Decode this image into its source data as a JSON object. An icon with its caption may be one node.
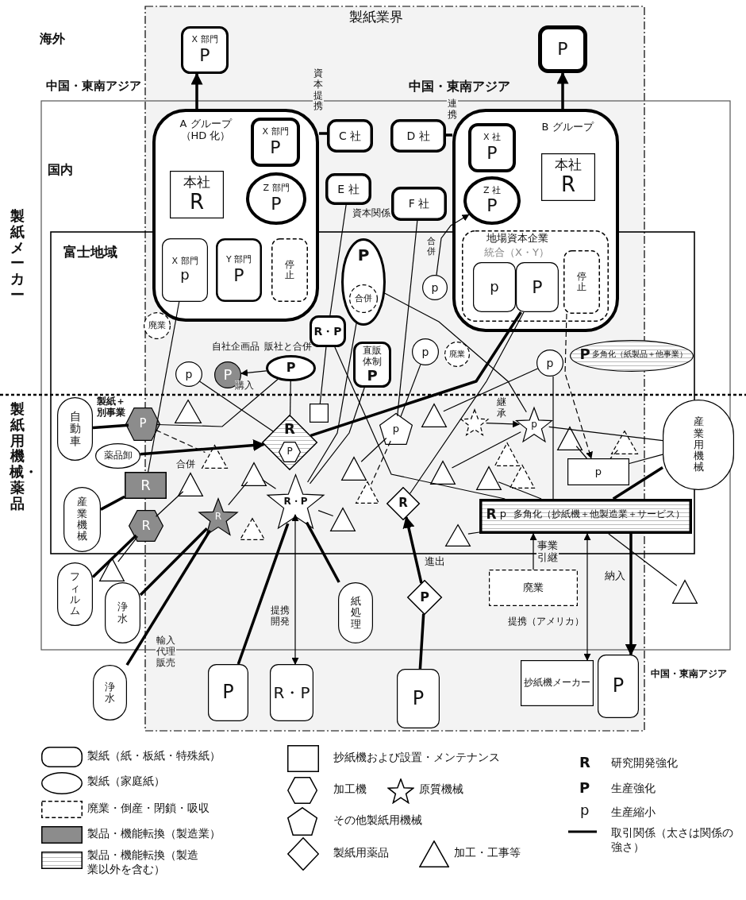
{
  "diagram": {
    "nodes": [
      {
        "text": [
          "X 部門",
          "P"
        ]
      },
      {
        "text": [
          "P"
        ]
      },
      {
        "text": [
          "A グループ（HD 化）"
        ]
      },
      {
        "text": [
          "X 部門",
          "P"
        ],
        "in": 2
      },
      {
        "text": [
          "本社",
          "R"
        ],
        "in": 2
      },
      {
        "text": [
          "Z 部門",
          "P"
        ],
        "in": 2
      },
      {
        "text": [
          "X 部門",
          "p"
        ],
        "in": 2
      },
      {
        "text": [
          "Y 部門",
          "P"
        ],
        "in": 2
      },
      {
        "text": [
          "停止"
        ],
        "in": 2
      },
      {
        "text": [
          "C 社"
        ]
      },
      {
        "text": [
          "D 社"
        ]
      },
      {
        "text": [
          "E 社"
        ]
      },
      {
        "text": [
          "F 社"
        ]
      },
      {
        "text": [
          "B グループ"
        ]
      },
      {
        "text": [
          "X 社",
          "P"
        ],
        "in": 13
      },
      {
        "text": [
          "本社",
          "R"
        ],
        "in": 13
      },
      {
        "text": [
          "Z 社",
          "P"
        ],
        "in": 13
      },
      {
        "text": [
          "地場資本企業",
          "統合（X・Y）"
        ],
        "in": 13
      },
      {
        "text": [
          "p"
        ],
        "in": 17
      },
      {
        "text": [
          "P"
        ],
        "in": 17
      },
      {
        "text": [
          "停止"
        ],
        "in": 17
      },
      {
        "text": [
          "p"
        ]
      },
      {
        "text": [
          "P"
        ]
      },
      {
        "text": [
          "合併"
        ],
        "in": 22
      },
      {
        "text": [
          "廃業"
        ]
      },
      {
        "text": [
          "R・P"
        ]
      },
      {
        "text": [
          "P"
        ],
        "beside": [
          "自社企画品"
        ]
      },
      {
        "text": [
          "P"
        ],
        "beside": [
          "販社と合併"
        ]
      },
      {
        "text": [
          "p"
        ]
      },
      {
        "text": [
          "直販体制",
          "P"
        ]
      },
      {
        "text": [
          "p"
        ]
      },
      {
        "text": [
          "廃業"
        ]
      },
      {
        "text": [
          "p"
        ]
      },
      {
        "text": [
          "P",
          "多角化（紙製品＋他事業）"
        ]
      },
      {
        "text": [
          "自動車"
        ]
      },
      {
        "text": [
          "P"
        ],
        "beside": [
          "製紙＋別事業"
        ]
      },
      {
        "text": [],
        "shape": "triangle"
      },
      {
        "text": [
          "薬品卸"
        ]
      },
      {
        "text": [],
        "shape": "triangle"
      },
      {
        "text": [
          "R"
        ]
      },
      {
        "text": [
          "P"
        ],
        "in": 39
      },
      {
        "text": [],
        "shape": "box"
      },
      {
        "text": [
          "R"
        ]
      },
      {
        "text": [],
        "shape": "triangle"
      },
      {
        "text": [
          "産業機械"
        ]
      },
      {
        "text": [
          "R"
        ]
      },
      {
        "text": [],
        "shape": "triangle"
      },
      {
        "text": [
          "R"
        ]
      },
      {
        "text": [],
        "shape": "triangle"
      },
      {
        "text": [
          "R・P"
        ]
      },
      {
        "text": [],
        "shape": "triangle"
      },
      {
        "text": [],
        "shape": "triangle"
      },
      {
        "text": [
          "p"
        ]
      },
      {
        "text": [],
        "shape": "triangle"
      },
      {
        "text": [],
        "shape": "star"
      },
      {
        "text": [
          "p"
        ]
      },
      {
        "text": [],
        "shape": "triangle"
      },
      {
        "text": [],
        "shape": "triangle"
      },
      {
        "text": [],
        "shape": "triangle"
      },
      {
        "text": [],
        "shape": "triangle"
      },
      {
        "text": [],
        "shape": "triangle"
      },
      {
        "text": [],
        "shape": "triangle"
      },
      {
        "text": [],
        "shape": "triangle"
      },
      {
        "text": [],
        "shape": "triangle"
      },
      {
        "text": [],
        "shape": "triangle"
      },
      {
        "text": [],
        "shape": "triangle"
      },
      {
        "text": [
          "R"
        ]
      },
      {
        "text": [
          "p"
        ]
      },
      {
        "text": [
          "産業用機械"
        ]
      },
      {
        "text": [
          "R",
          "p",
          "多角化（抄紙機＋他製造業＋サービス）"
        ]
      },
      {
        "text": [
          "廃業"
        ]
      },
      {
        "text": [
          "P"
        ]
      },
      {
        "text": [
          "フィルム"
        ]
      },
      {
        "text": [
          "浄水"
        ]
      },
      {
        "text": [
          "紙処理"
        ]
      },
      {
        "text": [
          "浄水"
        ]
      },
      {
        "text": [
          "P"
        ]
      },
      {
        "text": [
          "R・P"
        ]
      },
      {
        "text": [
          "P"
        ]
      },
      {
        "text": [
          "抄紙機メーカー"
        ]
      },
      {
        "text": [
          "P"
        ],
        "beside": [
          "中国・東南アジア"
        ]
      }
    ],
    "edges": [
      {
        "from": 2,
        "to": 0,
        "arrow": "to",
        "style": "thick"
      },
      {
        "from": 13,
        "to": 1,
        "arrow": "to",
        "style": "thick"
      },
      {
        "from": 2,
        "to": 9,
        "arrow": "none",
        "style": "thick",
        "label": "資本提携"
      },
      {
        "from": 10,
        "to": 13,
        "arrow": "none",
        "style": "thick",
        "label": "連携"
      },
      {
        "from": 21,
        "to": 16,
        "arrow": "to",
        "label": "合併"
      },
      {
        "from": 6,
        "to": 42,
        "arrow": "none"
      },
      {
        "from": 11,
        "to": 25,
        "arrow": "none"
      },
      {
        "from": 12,
        "to": 52,
        "arrow": "none"
      },
      {
        "from": 27,
        "to": 26,
        "arrow": "to",
        "label": "購入"
      },
      {
        "from": 28,
        "to": 39,
        "arrow": "none"
      },
      {
        "from": 27,
        "to": 35,
        "arrow": "none"
      },
      {
        "from": 27,
        "to": 39,
        "arrow": "none"
      },
      {
        "from": 34,
        "to": 35,
        "arrow": "none",
        "style": "thick"
      },
      {
        "from": 35,
        "to": 38,
        "arrow": "none",
        "style": "dashed",
        "label": "合併"
      },
      {
        "from": 37,
        "to": 39,
        "arrow": "to",
        "style": "thick"
      },
      {
        "from": 39,
        "to": 19,
        "arrow": "none",
        "style": "thick"
      },
      {
        "from": 19,
        "to": 66,
        "arrow": "none"
      },
      {
        "from": 41,
        "to": 25,
        "arrow": "none"
      },
      {
        "from": 49,
        "to": 29,
        "arrow": "none"
      },
      {
        "from": 49,
        "to": 22,
        "arrow": "none"
      },
      {
        "from": 25,
        "to": 69,
        "arrow": "none"
      },
      {
        "from": 42,
        "to": 44,
        "arrow": "none",
        "style": "thick"
      },
      {
        "from": 45,
        "to": 72,
        "arrow": "none",
        "style": "thick"
      },
      {
        "from": 45,
        "to": 43,
        "arrow": "none"
      },
      {
        "from": 45,
        "to": 65,
        "arrow": "none"
      },
      {
        "from": 47,
        "to": 73,
        "arrow": "none",
        "style": "thick"
      },
      {
        "from": 47,
        "to": 75,
        "arrow": "none",
        "style": "thick",
        "label": "輸入代理販売"
      },
      {
        "from": 47,
        "to": 46,
        "arrow": "none"
      },
      {
        "from": 49,
        "to": 46,
        "arrow": "none"
      },
      {
        "from": 49,
        "to": 51,
        "arrow": "none"
      },
      {
        "from": 49,
        "to": 74,
        "arrow": "none",
        "style": "thick"
      },
      {
        "from": 49,
        "to": 76,
        "arrow": "none",
        "style": "thick"
      },
      {
        "from": 49,
        "to": 77,
        "arrow": "both",
        "label": "提携開発"
      },
      {
        "from": 50,
        "to": 52,
        "arrow": "none"
      },
      {
        "from": 52,
        "to": 59,
        "arrow": "none",
        "style": "dashed"
      },
      {
        "from": 30,
        "to": 52,
        "arrow": "none"
      },
      {
        "from": 53,
        "to": 32,
        "arrow": "none"
      },
      {
        "from": 60,
        "to": 55,
        "arrow": "none"
      },
      {
        "from": 54,
        "to": 55,
        "arrow": "to",
        "label": "継承"
      },
      {
        "from": 55,
        "to": 68,
        "arrow": "none"
      },
      {
        "from": 32,
        "to": 69,
        "arrow": "none"
      },
      {
        "from": 20,
        "to": 67,
        "arrow": "to",
        "style": "dashed"
      },
      {
        "from": 58,
        "to": 67,
        "arrow": "none",
        "style": "dashed"
      },
      {
        "from": 61,
        "to": 67,
        "arrow": "none"
      },
      {
        "from": 67,
        "to": 68,
        "arrow": "none"
      },
      {
        "from": 68,
        "to": 69,
        "arrow": "none",
        "style": "thick"
      },
      {
        "from": 69,
        "to": 64,
        "arrow": "none"
      },
      {
        "from": 69,
        "to": 63,
        "arrow": "none"
      },
      {
        "from": 62,
        "to": 69,
        "arrow": "none"
      },
      {
        "from": 71,
        "to": 66,
        "arrow": "to",
        "style": "thick",
        "label": "進出"
      },
      {
        "from": 78,
        "to": 71,
        "arrow": "none",
        "style": "thick"
      },
      {
        "from": 70,
        "to": 69,
        "arrow": "to",
        "label": "事業引継"
      },
      {
        "from": 69,
        "to": 79,
        "arrow": "both",
        "label": "提携（アメリカ）"
      },
      {
        "from": 69,
        "to": 80,
        "arrow": "to",
        "style": "thick",
        "label": "納入"
      },
      {
        "from": 22,
        "to": 55,
        "arrow": "none"
      }
    ],
    "labels": [
      "製紙業界",
      "海外",
      "中国・東南アジア",
      "中国・東南アジア",
      "国内",
      "製紙メーカー",
      "富士地域",
      "資本関係",
      "製紙用機械・薬品",
      "R",
      "P",
      "p"
    ],
    "legend": [
      {
        "text": "製紙（紙・板紙・特殊紙）"
      },
      {
        "text": "製紙（家庭紙）"
      },
      {
        "text": "廃業・倒産・閉鎖・吸収"
      },
      {
        "text": "製品・機能転換（製造業）",
        "color": "#8c8c8c"
      },
      {
        "text": "製品・機能転換（製造業以外を含む）"
      },
      {
        "text": "抄紙機および設置・メンテナンス"
      },
      {
        "text": "加工機"
      },
      {
        "text": "原質機械"
      },
      {
        "text": "その他製紙用機械"
      },
      {
        "text": "製紙用薬品"
      },
      {
        "text": "加工・工事等"
      },
      {
        "text": "研究開発強化"
      },
      {
        "text": "生産強化"
      },
      {
        "text": "生産縮小"
      },
      {
        "text": "取引関係（太さは関係の強さ）"
      }
    ]
  }
}
